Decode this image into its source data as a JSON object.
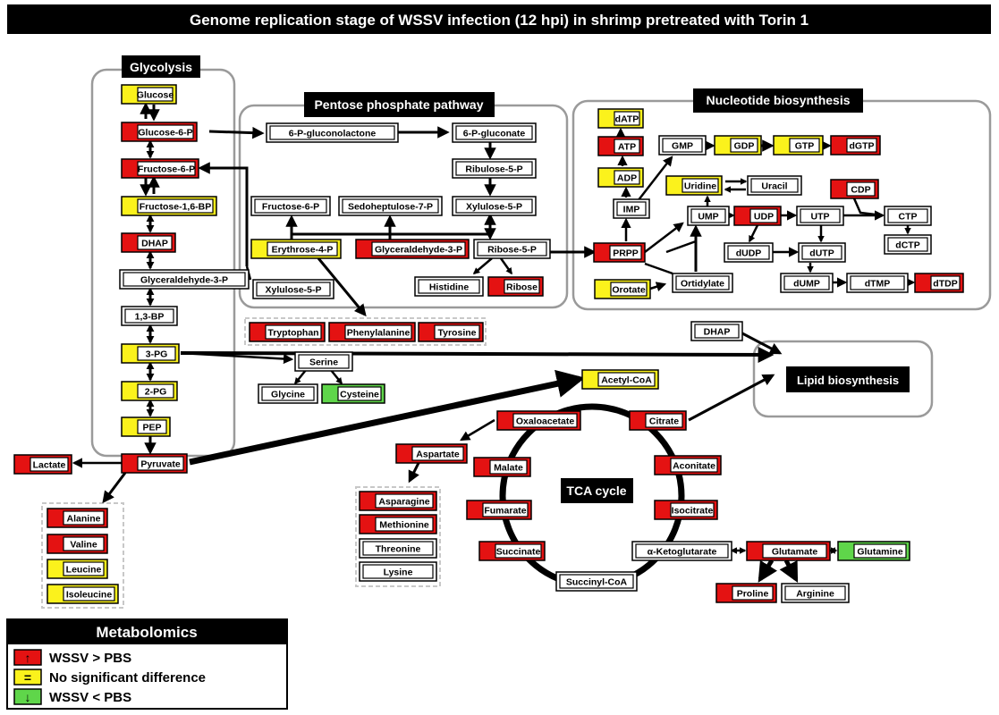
{
  "title": "Genome replication stage of WSSV infection (12 hpi) in shrimp pretreated with Torin 1",
  "colors": {
    "up": "#e41212",
    "nochange": "#fbf21c",
    "down": "#5fd64a",
    "none": "#ffffff",
    "title_bg": "#000000",
    "panel_border": "#9a9a9a"
  },
  "panels": {
    "glycolysis": "Glycolysis",
    "ppp": "Pentose phosphate pathway",
    "nucleotide": "Nucleotide biosynthesis",
    "lipid": "Lipid biosynthesis",
    "tca": "TCA cycle"
  },
  "metabolites": {
    "glucose": {
      "label": "Glucose",
      "status": "nochange"
    },
    "glucose6p": {
      "label": "Glucose-6-P",
      "status": "up"
    },
    "fructose6p": {
      "label": "Fructose-6-P",
      "status": "up"
    },
    "fructose16bp": {
      "label": "Fructose-1,6-BP",
      "status": "nochange"
    },
    "dhap": {
      "label": "DHAP",
      "status": "up"
    },
    "g3p": {
      "label": "Glyceraldehyde-3-P",
      "status": "none"
    },
    "bp13": {
      "label": "1,3-BP",
      "status": "none"
    },
    "pg3": {
      "label": "3-PG",
      "status": "nochange"
    },
    "pg2": {
      "label": "2-PG",
      "status": "nochange"
    },
    "pep": {
      "label": "PEP",
      "status": "nochange"
    },
    "pyruvate": {
      "label": "Pyruvate",
      "status": "up"
    },
    "lactate": {
      "label": "Lactate",
      "status": "up"
    },
    "alanine": {
      "label": "Alanine",
      "status": "up"
    },
    "valine": {
      "label": "Valine",
      "status": "up"
    },
    "leucine": {
      "label": "Leucine",
      "status": "nochange"
    },
    "isoleucine": {
      "label": "Isoleucine",
      "status": "nochange"
    },
    "pgl6": {
      "label": "6-P-gluconolactone",
      "status": "none"
    },
    "pg6": {
      "label": "6-P-gluconate",
      "status": "none"
    },
    "ru5p": {
      "label": "Ribulose-5-P",
      "status": "none"
    },
    "xu5p_a": {
      "label": "Xylulose-5-P",
      "status": "none"
    },
    "f6p_ppp": {
      "label": "Fructose-6-P",
      "status": "none"
    },
    "s7p": {
      "label": "Sedoheptulose-7-P",
      "status": "none"
    },
    "e4p": {
      "label": "Erythrose-4-P",
      "status": "nochange"
    },
    "g3p_ppp": {
      "label": "Glyceraldehyde-3-P",
      "status": "up"
    },
    "r5p": {
      "label": "Ribose-5-P",
      "status": "none"
    },
    "xu5p_b": {
      "label": "Xylulose-5-P",
      "status": "none"
    },
    "histidine": {
      "label": "Histidine",
      "status": "none"
    },
    "ribose": {
      "label": "Ribose",
      "status": "up"
    },
    "tryptophan": {
      "label": "Tryptophan",
      "status": "up"
    },
    "phenylalanine": {
      "label": "Phenylalanine",
      "status": "up"
    },
    "tyrosine": {
      "label": "Tyrosine",
      "status": "up"
    },
    "serine": {
      "label": "Serine",
      "status": "none"
    },
    "glycine": {
      "label": "Glycine",
      "status": "none"
    },
    "cysteine": {
      "label": "Cysteine",
      "status": "down"
    },
    "datp": {
      "label": "dATP",
      "status": "nochange"
    },
    "atp": {
      "label": "ATP",
      "status": "up"
    },
    "adp": {
      "label": "ADP",
      "status": "nochange"
    },
    "imp": {
      "label": "IMP",
      "status": "none"
    },
    "gmp": {
      "label": "GMP",
      "status": "none"
    },
    "gdp": {
      "label": "GDP",
      "status": "nochange"
    },
    "gtp": {
      "label": "GTP",
      "status": "nochange"
    },
    "dgtp": {
      "label": "dGTP",
      "status": "up"
    },
    "uridine": {
      "label": "Uridine",
      "status": "nochange"
    },
    "uracil": {
      "label": "Uracil",
      "status": "none"
    },
    "cdp": {
      "label": "CDP",
      "status": "up"
    },
    "prpp": {
      "label": "PRPP",
      "status": "up"
    },
    "ump": {
      "label": "UMP",
      "status": "none"
    },
    "udp": {
      "label": "UDP",
      "status": "up"
    },
    "utp": {
      "label": "UTP",
      "status": "none"
    },
    "ctp": {
      "label": "CTP",
      "status": "none"
    },
    "dudp": {
      "label": "dUDP",
      "status": "none"
    },
    "dutp": {
      "label": "dUTP",
      "status": "none"
    },
    "dctp": {
      "label": "dCTP",
      "status": "none"
    },
    "orotate": {
      "label": "Orotate",
      "status": "nochange"
    },
    "ortidylate": {
      "label": "Ortidylate",
      "status": "none"
    },
    "dump": {
      "label": "dUMP",
      "status": "none"
    },
    "dtmp": {
      "label": "dTMP",
      "status": "none"
    },
    "dtdp": {
      "label": "dTDP",
      "status": "up"
    },
    "dhap_lipid": {
      "label": "DHAP",
      "status": "none"
    },
    "acetylcoa": {
      "label": "Acetyl-CoA",
      "status": "nochange"
    },
    "oxaloacetate": {
      "label": "Oxaloacetate",
      "status": "up"
    },
    "citrate": {
      "label": "Citrate",
      "status": "up"
    },
    "malate": {
      "label": "Malate",
      "status": "up"
    },
    "aconitate": {
      "label": "Aconitate",
      "status": "up"
    },
    "fumarate": {
      "label": "Fumarate",
      "status": "up"
    },
    "isocitrate": {
      "label": "Isocitrate",
      "status": "up"
    },
    "succinate": {
      "label": "Succinate",
      "status": "up"
    },
    "succinylcoa": {
      "label": "Succinyl-CoA",
      "status": "none"
    },
    "akg": {
      "label": "α-Ketoglutarate",
      "status": "none"
    },
    "glutamate": {
      "label": "Glutamate",
      "status": "up"
    },
    "glutamine": {
      "label": "Glutamine",
      "status": "down"
    },
    "proline": {
      "label": "Proline",
      "status": "up"
    },
    "arginine": {
      "label": "Arginine",
      "status": "none"
    },
    "aspartate": {
      "label": "Aspartate",
      "status": "up"
    },
    "asparagine": {
      "label": "Asparagine",
      "status": "up"
    },
    "methionine": {
      "label": "Methionine",
      "status": "up"
    },
    "threonine": {
      "label": "Threonine",
      "status": "none"
    },
    "lysine": {
      "label": "Lysine",
      "status": "none"
    }
  },
  "legend": {
    "title": "Metabolomics",
    "items": [
      {
        "label": "WSSV > PBS",
        "status": "up",
        "symbol": "↑"
      },
      {
        "label": "No significant difference",
        "status": "nochange",
        "symbol": "="
      },
      {
        "label": "WSSV < PBS",
        "status": "down",
        "symbol": "↓"
      }
    ]
  }
}
